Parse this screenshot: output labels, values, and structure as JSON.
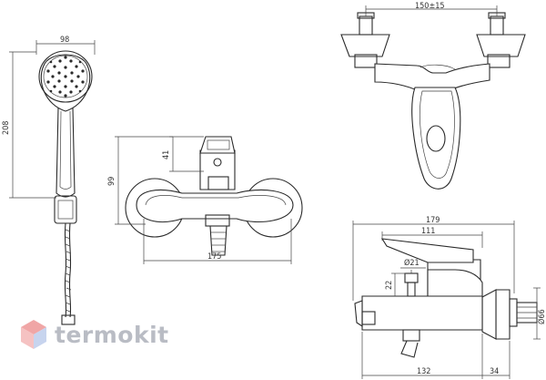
{
  "brand": {
    "name": "termokit",
    "text_color": "#b9bcc4",
    "icon_colors": [
      "#f0a6a6",
      "#c7d4ee"
    ]
  },
  "dimensions": {
    "shower_head_width": "98",
    "shower_head_height": "208",
    "front_height_41": "41",
    "front_height_99": "99",
    "front_width_175": "175",
    "top_spacing": "150±15",
    "side_width_179": "179",
    "side_width_111": "111",
    "side_diameter_21": "Ø21",
    "side_height_22": "22",
    "side_diameter_66": "Ø66",
    "side_length_132": "132",
    "side_length_34": "34"
  },
  "line_color": "#2a2a2a"
}
